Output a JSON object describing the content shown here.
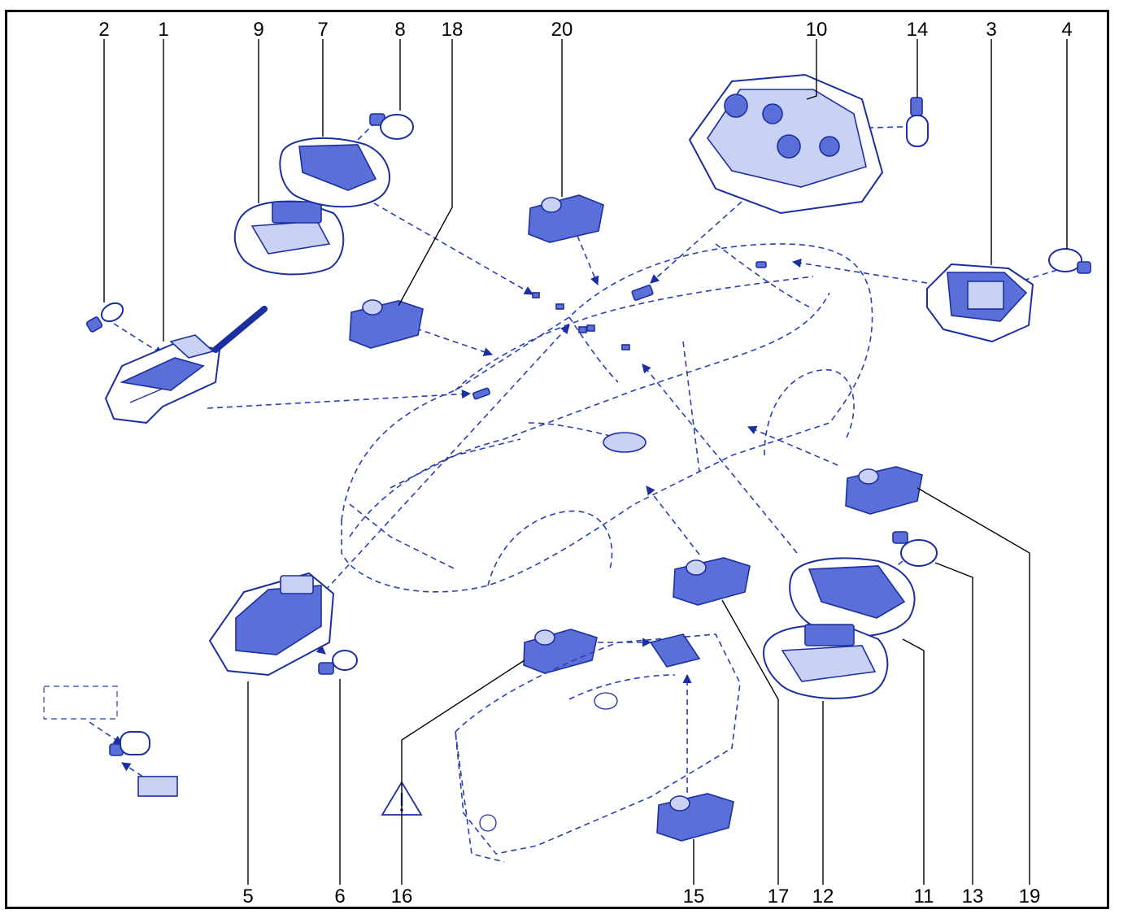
{
  "diagram": {
    "callouts": [
      "2",
      "1",
      "9",
      "7",
      "8",
      "18",
      "20",
      "10",
      "14",
      "3",
      "4",
      "5",
      "6",
      "16",
      "15",
      "17",
      "12",
      "11",
      "13",
      "19"
    ],
    "colors": {
      "line": "#1c2fa0",
      "fill": "#5a6fd8",
      "light": "#c9d1f4",
      "frame": "#000000"
    },
    "icons": [
      "warning-triangle-icon"
    ]
  }
}
